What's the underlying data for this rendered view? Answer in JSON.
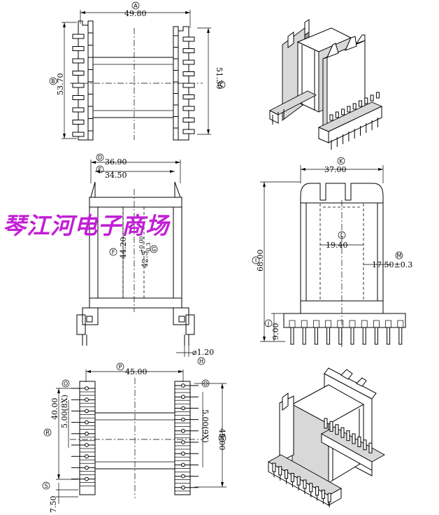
{
  "watermark": "琴江河电子商场",
  "dims": {
    "A": "49.80",
    "B": "53.70",
    "C": "51.30",
    "D": "36.90",
    "E": "34.50",
    "F": "44.20",
    "G": "42.5",
    "G_tol_top": "+0.00",
    "G_tol_bot": "-0.3",
    "H": "⌀1.20",
    "I": "68.00",
    "J": "9.00",
    "K": "37.00",
    "L": "19.40",
    "M": "17.50±0.3",
    "P": "45.00",
    "R": "40.00",
    "pitch_left": "5.00(8X)",
    "pitch_right": "5.00(9X)",
    "N": "45.00",
    "S": "7.50"
  },
  "bubbles": {
    "A": "A",
    "B": "B",
    "C": "C",
    "D": "D",
    "E": "E",
    "F": "F",
    "G": "G",
    "H": "H",
    "I": "I",
    "J": "J",
    "K": "K",
    "L": "L",
    "M": "M",
    "N": "N",
    "O": "O",
    "P": "P",
    "R": "R",
    "S": "S"
  }
}
